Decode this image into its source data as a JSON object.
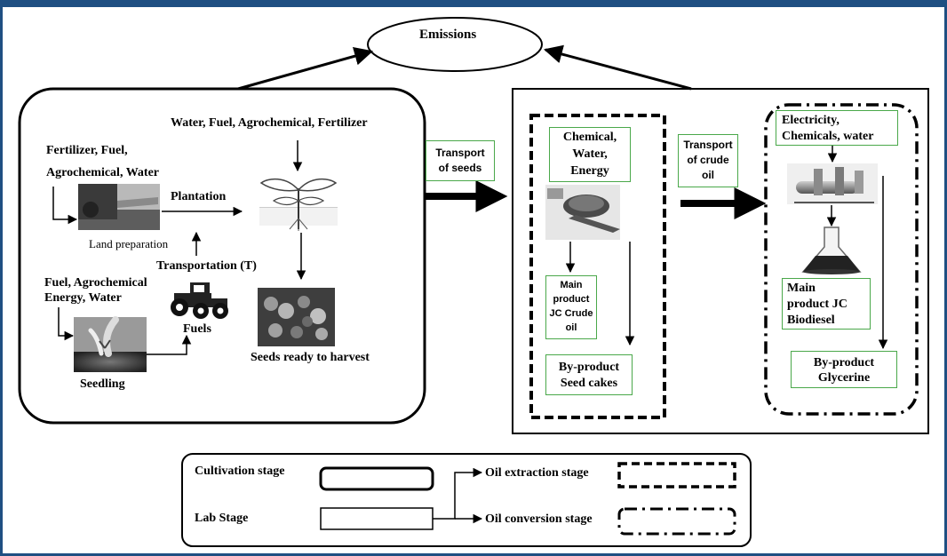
{
  "title": "Emissions",
  "cultivation": {
    "inputs_top": "Water, Fuel, Agrochemical, Fertilizer",
    "inputs_left_1": "Fertilizer, Fuel,",
    "inputs_left_2": "Agrochemical, Water",
    "plantation": "Plantation",
    "land_preparation": "Land preparation",
    "transportation": "Transportation (T)",
    "inputs_seedling_1": "Fuel, Agrochemical",
    "inputs_seedling_2": "Energy, Water",
    "fuels": "Fuels",
    "seedling": "Seedling",
    "seeds_ready": "Seeds ready to harvest"
  },
  "transport_seeds": {
    "line1": "Transport",
    "line2": "of seeds"
  },
  "extraction": {
    "inputs_1": "Chemical,",
    "inputs_2": "Water,",
    "inputs_3": "Energy",
    "main_1": "Main",
    "main_2": "product",
    "main_3": "JC Crude",
    "main_4": "oil",
    "by_1": "By-product",
    "by_2": "Seed cakes"
  },
  "transport_oil": {
    "line1": "Transport",
    "line2": "of crude",
    "line3": "oil"
  },
  "conversion": {
    "inputs_1": "Electricity,",
    "inputs_2": "Chemicals, water",
    "main_1": "Main",
    "main_2": "product JC",
    "main_3": "Biodiesel",
    "by_1": "By-product",
    "by_2": "Glycerine"
  },
  "legend": {
    "cultivation_stage": "Cultivation stage",
    "lab_stage": "Lab Stage",
    "oil_extraction_stage": "Oil extraction stage",
    "oil_conversion_stage": "Oil conversion stage"
  },
  "colors": {
    "frame": "#1f4f82",
    "label_border": "#4aa84a",
    "ink": "#000000"
  },
  "icons": [
    "tractor-plowing-photo",
    "plant-sprout-icon",
    "tractor-icon",
    "seedling-photo",
    "jatropha-seeds-photo",
    "oil-press-photo",
    "reactor-machine-icon",
    "flask-biodiesel-icon"
  ]
}
